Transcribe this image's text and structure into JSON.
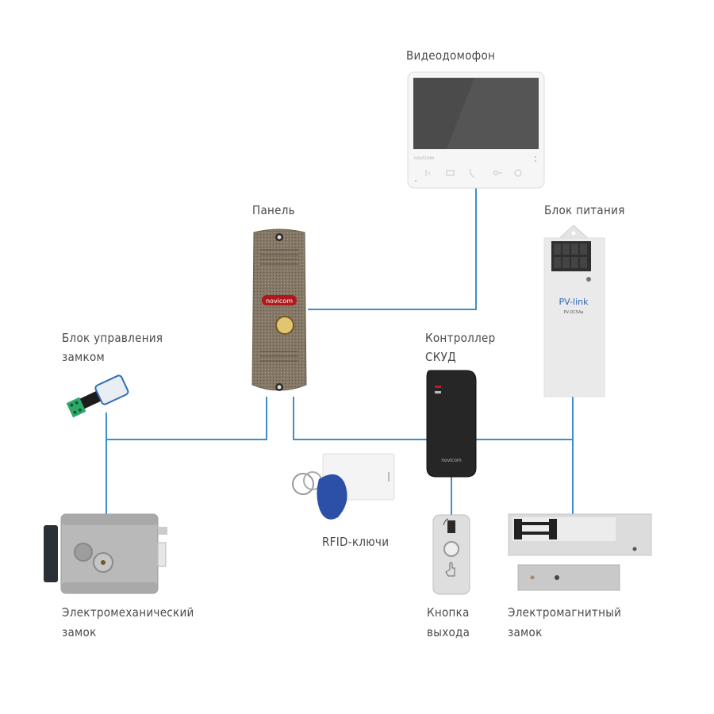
{
  "diagram": {
    "wire_color": "#3d8fcc",
    "devices": {
      "intercom": {
        "label": "Видеодомофон",
        "brand": "novicom"
      },
      "panel": {
        "label": "Панель",
        "brand": "novicom"
      },
      "power_supply": {
        "label": "Блок питания",
        "brand": "PV-link",
        "model": "PV-DC5Aa"
      },
      "lock_controller": {
        "label_line1": "Блок управления",
        "label_line2": "замком"
      },
      "access_controller": {
        "label_line1": "Контроллер",
        "label_line2": "СКУД",
        "brand": "novicom"
      },
      "rfid_keys": {
        "label": "RFID-ключи"
      },
      "electromech_lock": {
        "label_line1": "Электромеханический",
        "label_line2": "замок"
      },
      "exit_button": {
        "label_line1": "Кнопка",
        "label_line2": "выхода"
      },
      "electromag_lock": {
        "label_line1": "Электромагнитный",
        "label_line2": "замок"
      }
    },
    "connections": [
      [
        "intercom",
        "panel"
      ],
      [
        "panel",
        "lock_controller"
      ],
      [
        "lock_controller",
        "electromech_lock"
      ],
      [
        "panel",
        "access_controller"
      ],
      [
        "access_controller",
        "power_supply"
      ],
      [
        "access_controller",
        "exit_button"
      ],
      [
        "power_supply",
        "electromag_lock"
      ]
    ]
  }
}
